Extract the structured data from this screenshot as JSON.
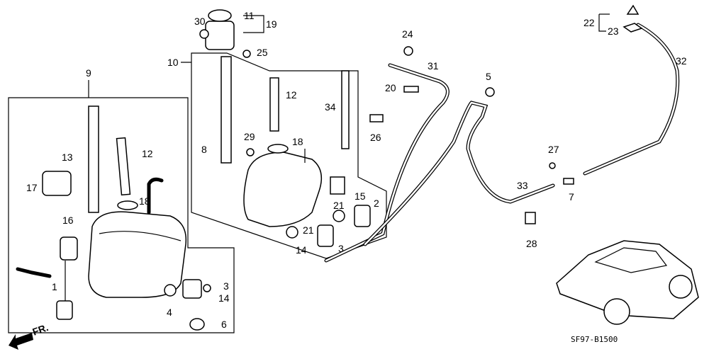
{
  "diagram_code": "SF97-B1500",
  "front_indicator": "FR.",
  "callouts": [
    "11",
    "19",
    "30",
    "25",
    "10",
    "9",
    "24",
    "31",
    "20",
    "5",
    "12",
    "34",
    "26",
    "29",
    "18",
    "8",
    "13",
    "12",
    "17",
    "18",
    "16",
    "1",
    "4",
    "6",
    "3",
    "14",
    "21",
    "15",
    "2",
    "21",
    "14",
    "3",
    "22",
    "23",
    "32",
    "27",
    "7",
    "33",
    "28"
  ]
}
